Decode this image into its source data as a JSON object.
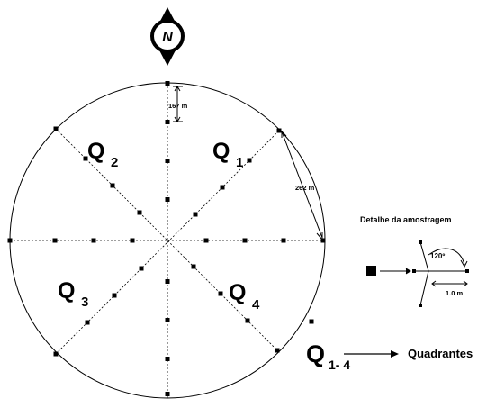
{
  "compass": {
    "north_letter": "N"
  },
  "quadrants": {
    "q": "Q",
    "q1_sub": "1",
    "q2_sub": "2",
    "q3_sub": "3",
    "q4_sub": "4"
  },
  "measurements": {
    "spacing": "167 m",
    "arc": "262 m"
  },
  "detail": {
    "title": "Detalhe da amostragem",
    "angle": "120º",
    "length": "1.0 m"
  },
  "legend": {
    "q": "Q",
    "range": "1- 4",
    "label": "Quadrantes"
  }
}
